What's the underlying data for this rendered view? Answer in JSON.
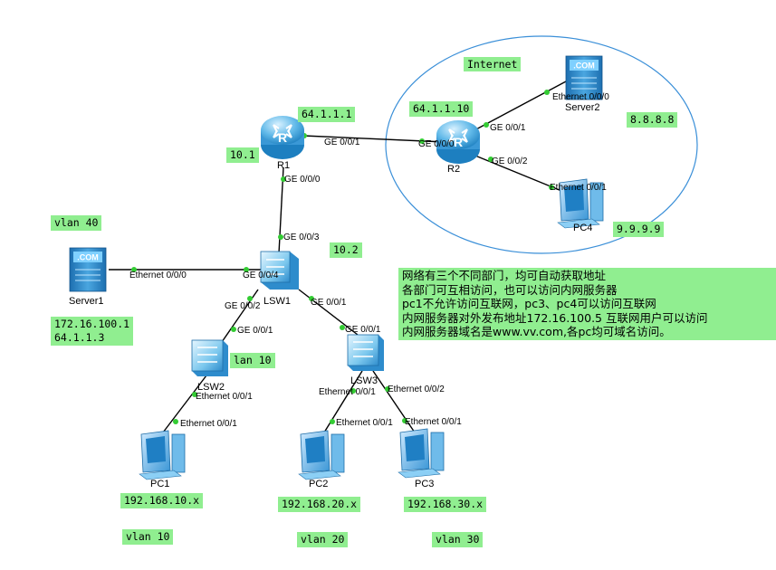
{
  "devices": {
    "r1": "R1",
    "r2": "R2",
    "lsw1": "LSW1",
    "lsw2": "LSW2",
    "lsw3": "LSW3",
    "server1": "Server1",
    "server2": "Server2",
    "pc1": "PC1",
    "pc2": "PC2",
    "pc3": "PC3",
    "pc4": "PC4",
    "com": ".COM"
  },
  "ports": {
    "r1_to_r2": "GE 0/0/1",
    "r2_to_r1": "GE 0/0/0",
    "r1_down": "GE 0/0/0",
    "lsw1_up": "GE 0/0/3",
    "lsw1_to_server1": "GE 0/0/4",
    "server1_eth": "Ethernet 0/0/0",
    "lsw1_to_lsw2": "GE 0/0/2",
    "lsw2_up": "GE 0/0/1",
    "lsw1_to_lsw3": "GE 0/0/1",
    "lsw3_up": "GE 0/0/1",
    "lsw2_to_pc1": "Ethernet 0/0/1",
    "pc1_eth": "Ethernet 0/0/1",
    "lsw3_to_pc2": "Ethernet 0/0/1",
    "pc2_eth": "Ethernet 0/0/1",
    "lsw3_to_pc3": "Ethernet 0/0/2",
    "pc3_eth": "Ethernet 0/0/1",
    "r2_to_server2": "GE 0/0/1",
    "server2_eth": "Ethernet 0/0/0",
    "r2_to_pc4": "GE 0/0/2",
    "pc4_eth": "Ethernet 0/0/1"
  },
  "notes": {
    "internet": "Internet",
    "r1_public": "64.1.1.1",
    "r2_public": "64.1.1.10",
    "r1_inside": "10.1",
    "lsw1_inside": "10.2",
    "vlan40": "vlan 40",
    "server1_ip1": "172.16.100.1",
    "server1_ip2": "64.1.1.3",
    "lsw2_vlan": "lan 10",
    "server2_ip": "8.8.8.8",
    "pc4_ip": "9.9.9.9",
    "pc1_ip": "192.168.10.x",
    "pc2_ip": "192.168.20.x",
    "pc3_ip": "192.168.30.x",
    "vlan10": "vlan 10",
    "vlan20": "vlan 20",
    "vlan30": "vlan 30"
  },
  "requirements": [
    "网络有三个不同部门，均可自动获取地址",
    "各部门可互相访问，也可以访问内网服务器",
    "pc1不允许访问互联网，pc3、pc4可以访问互联网",
    "内网服务器对外发布地址172.16.100.5 互联网用户可以访问",
    "内网服务器域名是www.vv.com,各pc均可域名访问。"
  ],
  "colors": {
    "note_bg": "#90ee90",
    "device_blue": "#5fb8e8",
    "link": "#000000",
    "port_dot": "#33cc33",
    "cloud_ring": "#3a8fd8"
  }
}
